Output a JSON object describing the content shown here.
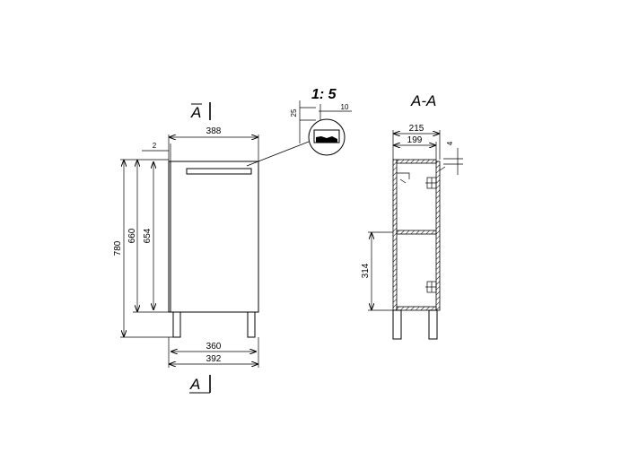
{
  "drawing": {
    "front_view": {
      "section_marker_top": "A",
      "section_marker_bottom": "A",
      "dim_width_top": "388",
      "dim_door_gap": "2",
      "dim_height_total": "780",
      "dim_height_body": "660",
      "dim_height_door": "654",
      "dim_width_inner": "360",
      "dim_width_bottom": "392"
    },
    "detail": {
      "scale": "1: 5",
      "dim_vertical": "25",
      "dim_horizontal": "10"
    },
    "section_view": {
      "title": "A-A",
      "dim_depth_total": "215",
      "dim_depth_inner": "199",
      "dim_offset": "4",
      "dim_shelf_height": "314"
    }
  }
}
